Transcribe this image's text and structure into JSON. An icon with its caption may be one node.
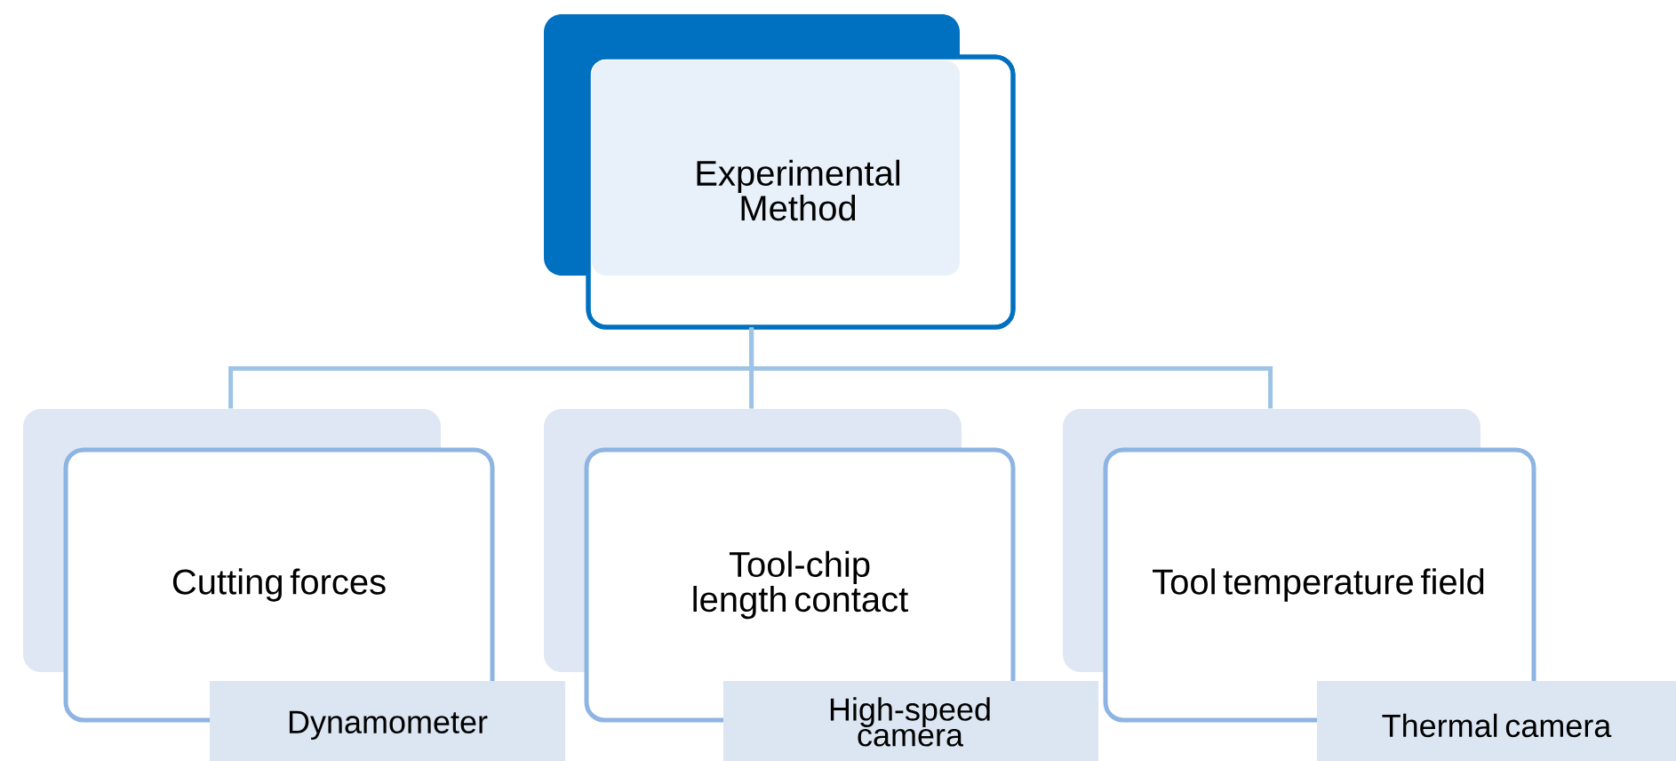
{
  "diagram": {
    "nodes": [
      {
        "text": [
          "Experimental Method"
        ]
      },
      {
        "text": [
          "Cutting forces"
        ]
      },
      {
        "text": [
          "Tool-chip length contact"
        ]
      },
      {
        "text": [
          "Tool temperature field"
        ]
      },
      {
        "text": [
          "Dynamometer"
        ]
      },
      {
        "text": [
          "High-speed camera"
        ]
      },
      {
        "text": [
          "Thermal camera"
        ]
      }
    ],
    "edges": [
      {
        "from": 0,
        "to": 1,
        "arrow": "none"
      },
      {
        "from": 0,
        "to": 2,
        "arrow": "none"
      },
      {
        "from": 0,
        "to": 3,
        "arrow": "none"
      }
    ]
  }
}
